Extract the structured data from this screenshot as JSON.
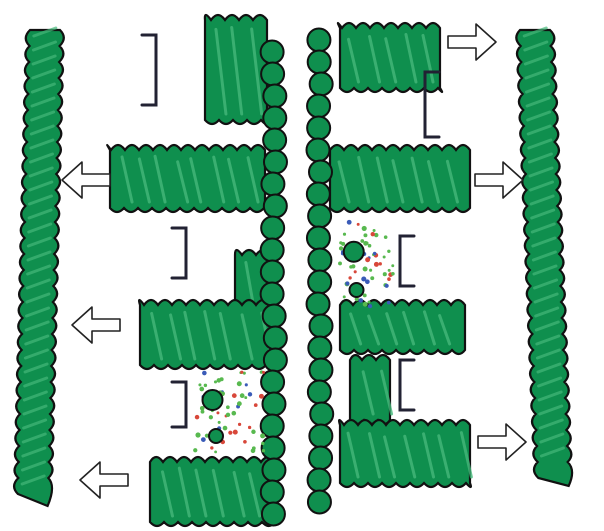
{
  "diagram": {
    "colors": {
      "background": "#ffffff",
      "hedge": "#0f8f4e",
      "hedge_highlight": "#45b87a",
      "outline": "#111111",
      "bracket": "#222233",
      "arrow_fill": "#ffffff",
      "arrow_stroke": "#222222",
      "dot_green": "#58b94f",
      "dot_red": "#d8473a",
      "dot_blue": "#3a5bb8"
    },
    "icons": [
      "hedge-mass",
      "tree-column",
      "outward-arrow",
      "bracket",
      "scatter-dots"
    ],
    "text": []
  }
}
